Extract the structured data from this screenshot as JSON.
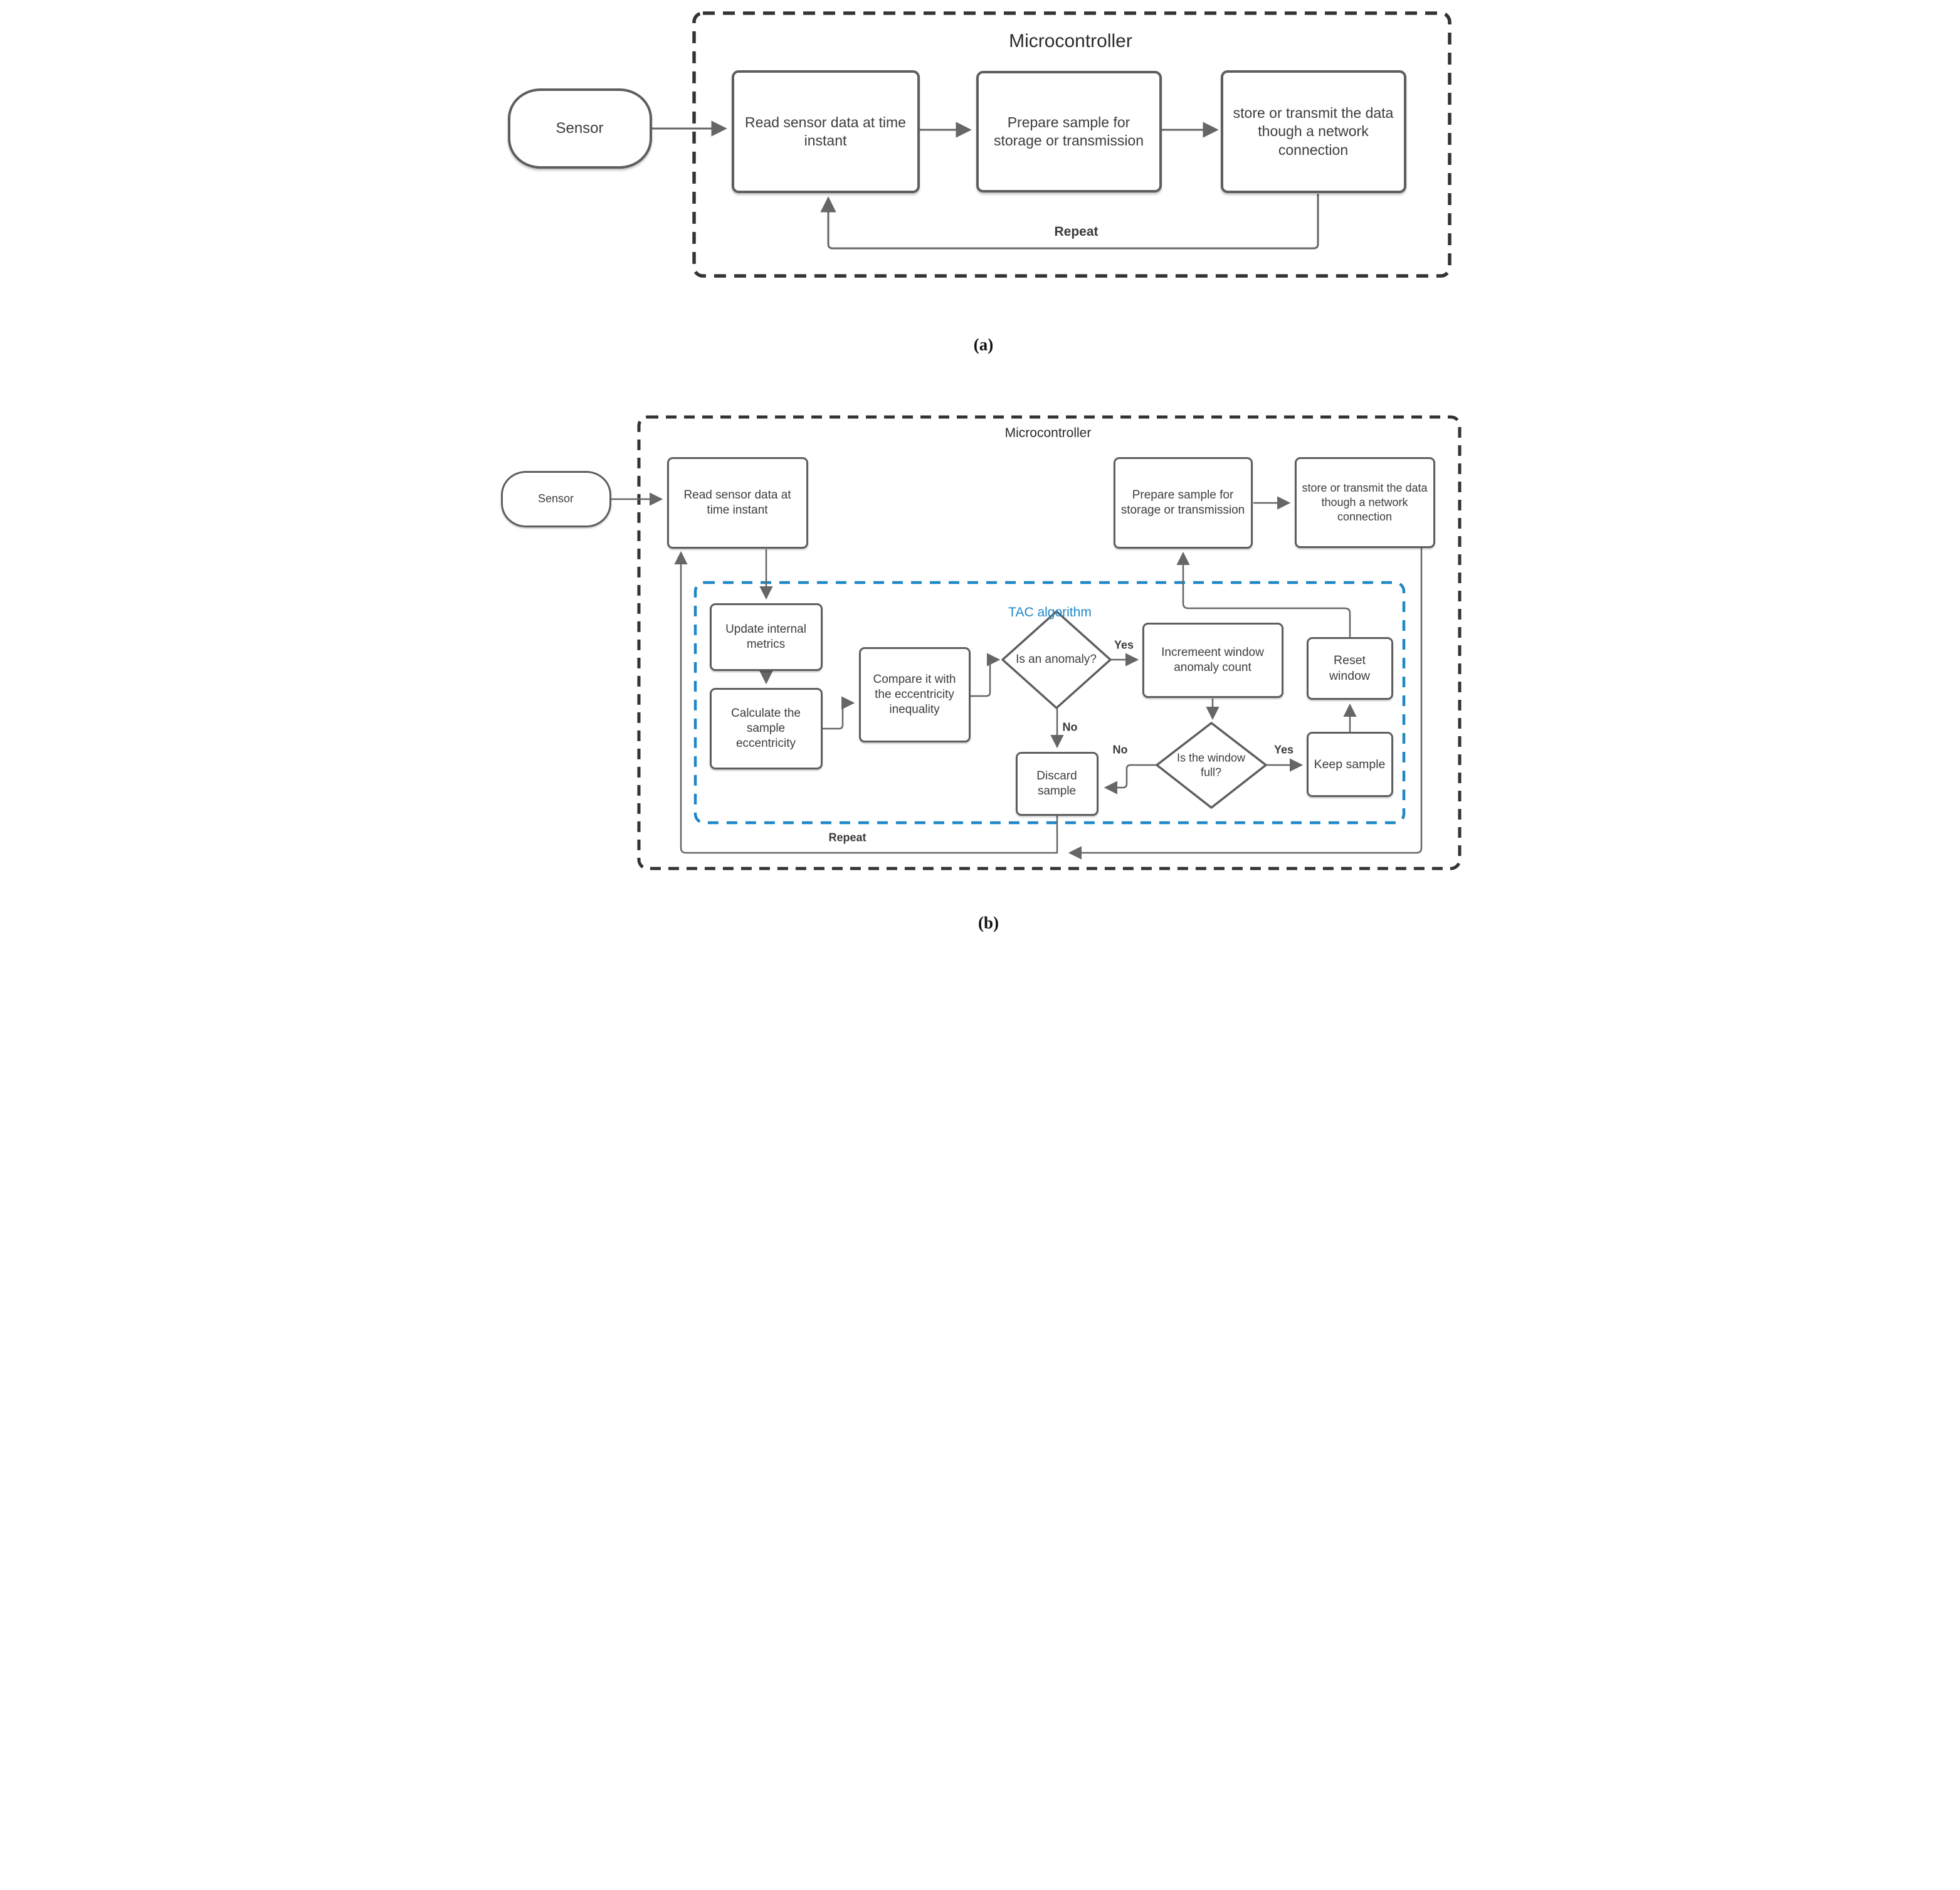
{
  "figure": {
    "caption_a": "(a)",
    "caption_b": "(b)"
  },
  "diagram_a": {
    "title": "Microcontroller",
    "nodes": {
      "sensor": "Sensor",
      "read": "Read sensor data at time instant",
      "prepare": "Prepare sample for storage or transmission",
      "store": "store or transmit the data though a network connection"
    },
    "labels": {
      "repeat": "Repeat"
    }
  },
  "diagram_b": {
    "title": "Microcontroller",
    "tac_label": "TAC algorithm",
    "nodes": {
      "sensor": "Sensor",
      "read": "Read sensor data at time instant",
      "prepare": "Prepare sample for storage or transmission",
      "store": "store or transmit the data though a network connection",
      "update": "Update internal metrics",
      "calculate": "Calculate the sample eccentricity",
      "compare": "Compare it with the eccentricity inequality",
      "anomaly": "Is an anomaly?",
      "increment": "Incremeent window anomaly count",
      "window_full": "Is the window full?",
      "discard": "Discard sample",
      "keep": "Keep sample",
      "reset": "Reset window"
    },
    "labels": {
      "yes1": "Yes",
      "no1": "No",
      "yes2": "Yes",
      "no2": "No",
      "repeat": "Repeat"
    }
  },
  "colors": {
    "accent_blue": "#1e87c5",
    "line_gray": "#666666",
    "border_gray": "#5e5e5e",
    "dash_dark": "#333333",
    "text": "#3d3d3d"
  }
}
